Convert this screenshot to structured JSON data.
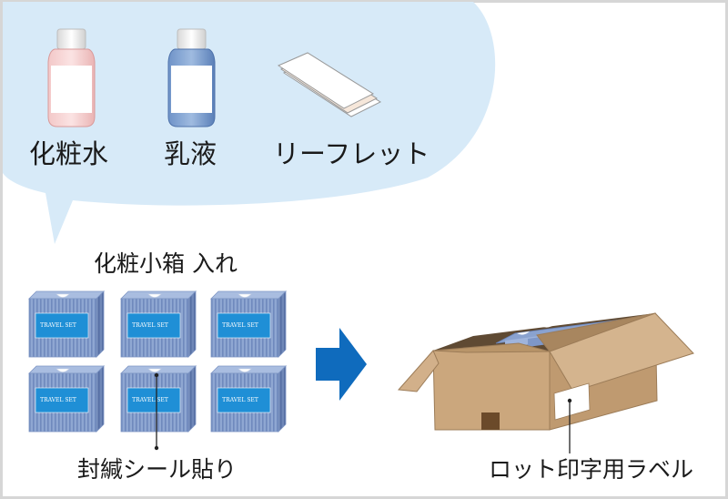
{
  "items": {
    "lotion_label": "化粧水",
    "milk_label": "乳液",
    "leaflet_label": "リーフレット"
  },
  "steps": {
    "boxing_label": "化粧小箱 入れ",
    "seal_label": "封緘シール貼り",
    "lot_label": "ロット印字用ラベル"
  },
  "product_box_text": "TRAVEL SET",
  "colors": {
    "bubble": "#d7eaf8",
    "arrow": "#0f6bbd",
    "box_blue": "#8aa2cf",
    "box_panel": "#1f8fd6",
    "carton": "#c8a57b",
    "frame": "#d6d6d6"
  }
}
